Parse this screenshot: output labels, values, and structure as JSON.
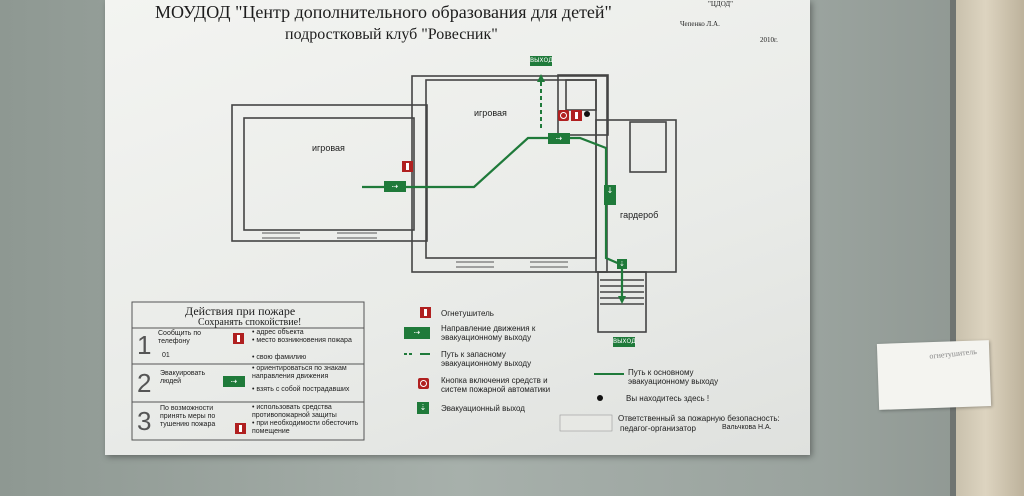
{
  "header": {
    "title_line1": "МОУДОД \"Центр дополнительного образования для детей\"",
    "title_line2": "подростковый клуб \"Ровесник\"",
    "stamp": "\"ЦДОД\"",
    "signer": "Чепенко Л.А.",
    "year": "2010г."
  },
  "plan": {
    "rooms": [
      "игровая",
      "игровая",
      "гардероб"
    ],
    "exit_sign": "ВЫХОД",
    "exit_sign_bottom": "ВЫХОД"
  },
  "actions": {
    "title": "Действия при пожаре",
    "subtitle": "Сохранять спокойствие!",
    "steps": [
      {
        "num": "1",
        "left": "Сообщить по телефону",
        "phone": "01",
        "items": [
          "• адрес объекта",
          "• место возникновения пожара",
          "• свою фамилию"
        ]
      },
      {
        "num": "2",
        "left": "Эвакуировать людей",
        "items": [
          "• ориентироваться по знакам направления движения",
          "• взять с собой пострадавших"
        ]
      },
      {
        "num": "3",
        "left": "По возможности принять меры по тушению пожара",
        "items": [
          "• использовать средства противопожарной защиты",
          "• при необходимости обесточить помещение"
        ]
      }
    ]
  },
  "legend": {
    "extinguisher": "Огнетушитель",
    "direction": "Направление движения к эвакуационному выходу",
    "reserve": "Путь к запасному эвакуационному выходу",
    "button": "Кнопка включения средств и систем пожарной автоматики",
    "exit": "Эвакуационный выход",
    "main_path": "Путь к основному эвакуационному выходу",
    "you_here": "Вы находитесь здесь !"
  },
  "footer": {
    "responsible": "Ответственный за пожарную безопасность:",
    "role": "педагог-организатор",
    "name": "Вальчкова Н.А."
  },
  "tape": {
    "text": "огнетушитель"
  }
}
